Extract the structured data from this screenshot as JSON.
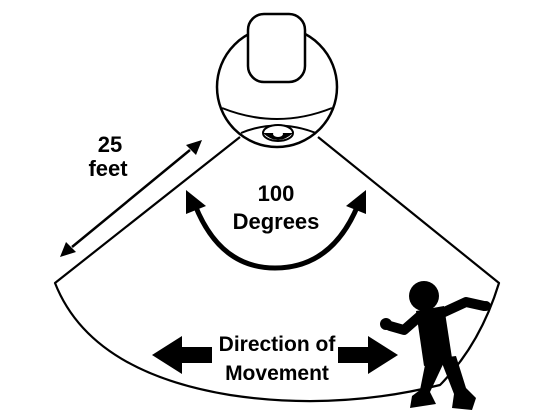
{
  "diagram": {
    "distance": {
      "value": "25",
      "unit": "feet"
    },
    "angle": {
      "value": "100",
      "unit": "Degrees"
    },
    "movement": {
      "line1": "Direction of",
      "line2": "Movement"
    },
    "icons": [
      "motion-sensor-icon",
      "person-walking-icon"
    ],
    "colors": {
      "ink": "#000000",
      "background": "#ffffff"
    }
  }
}
